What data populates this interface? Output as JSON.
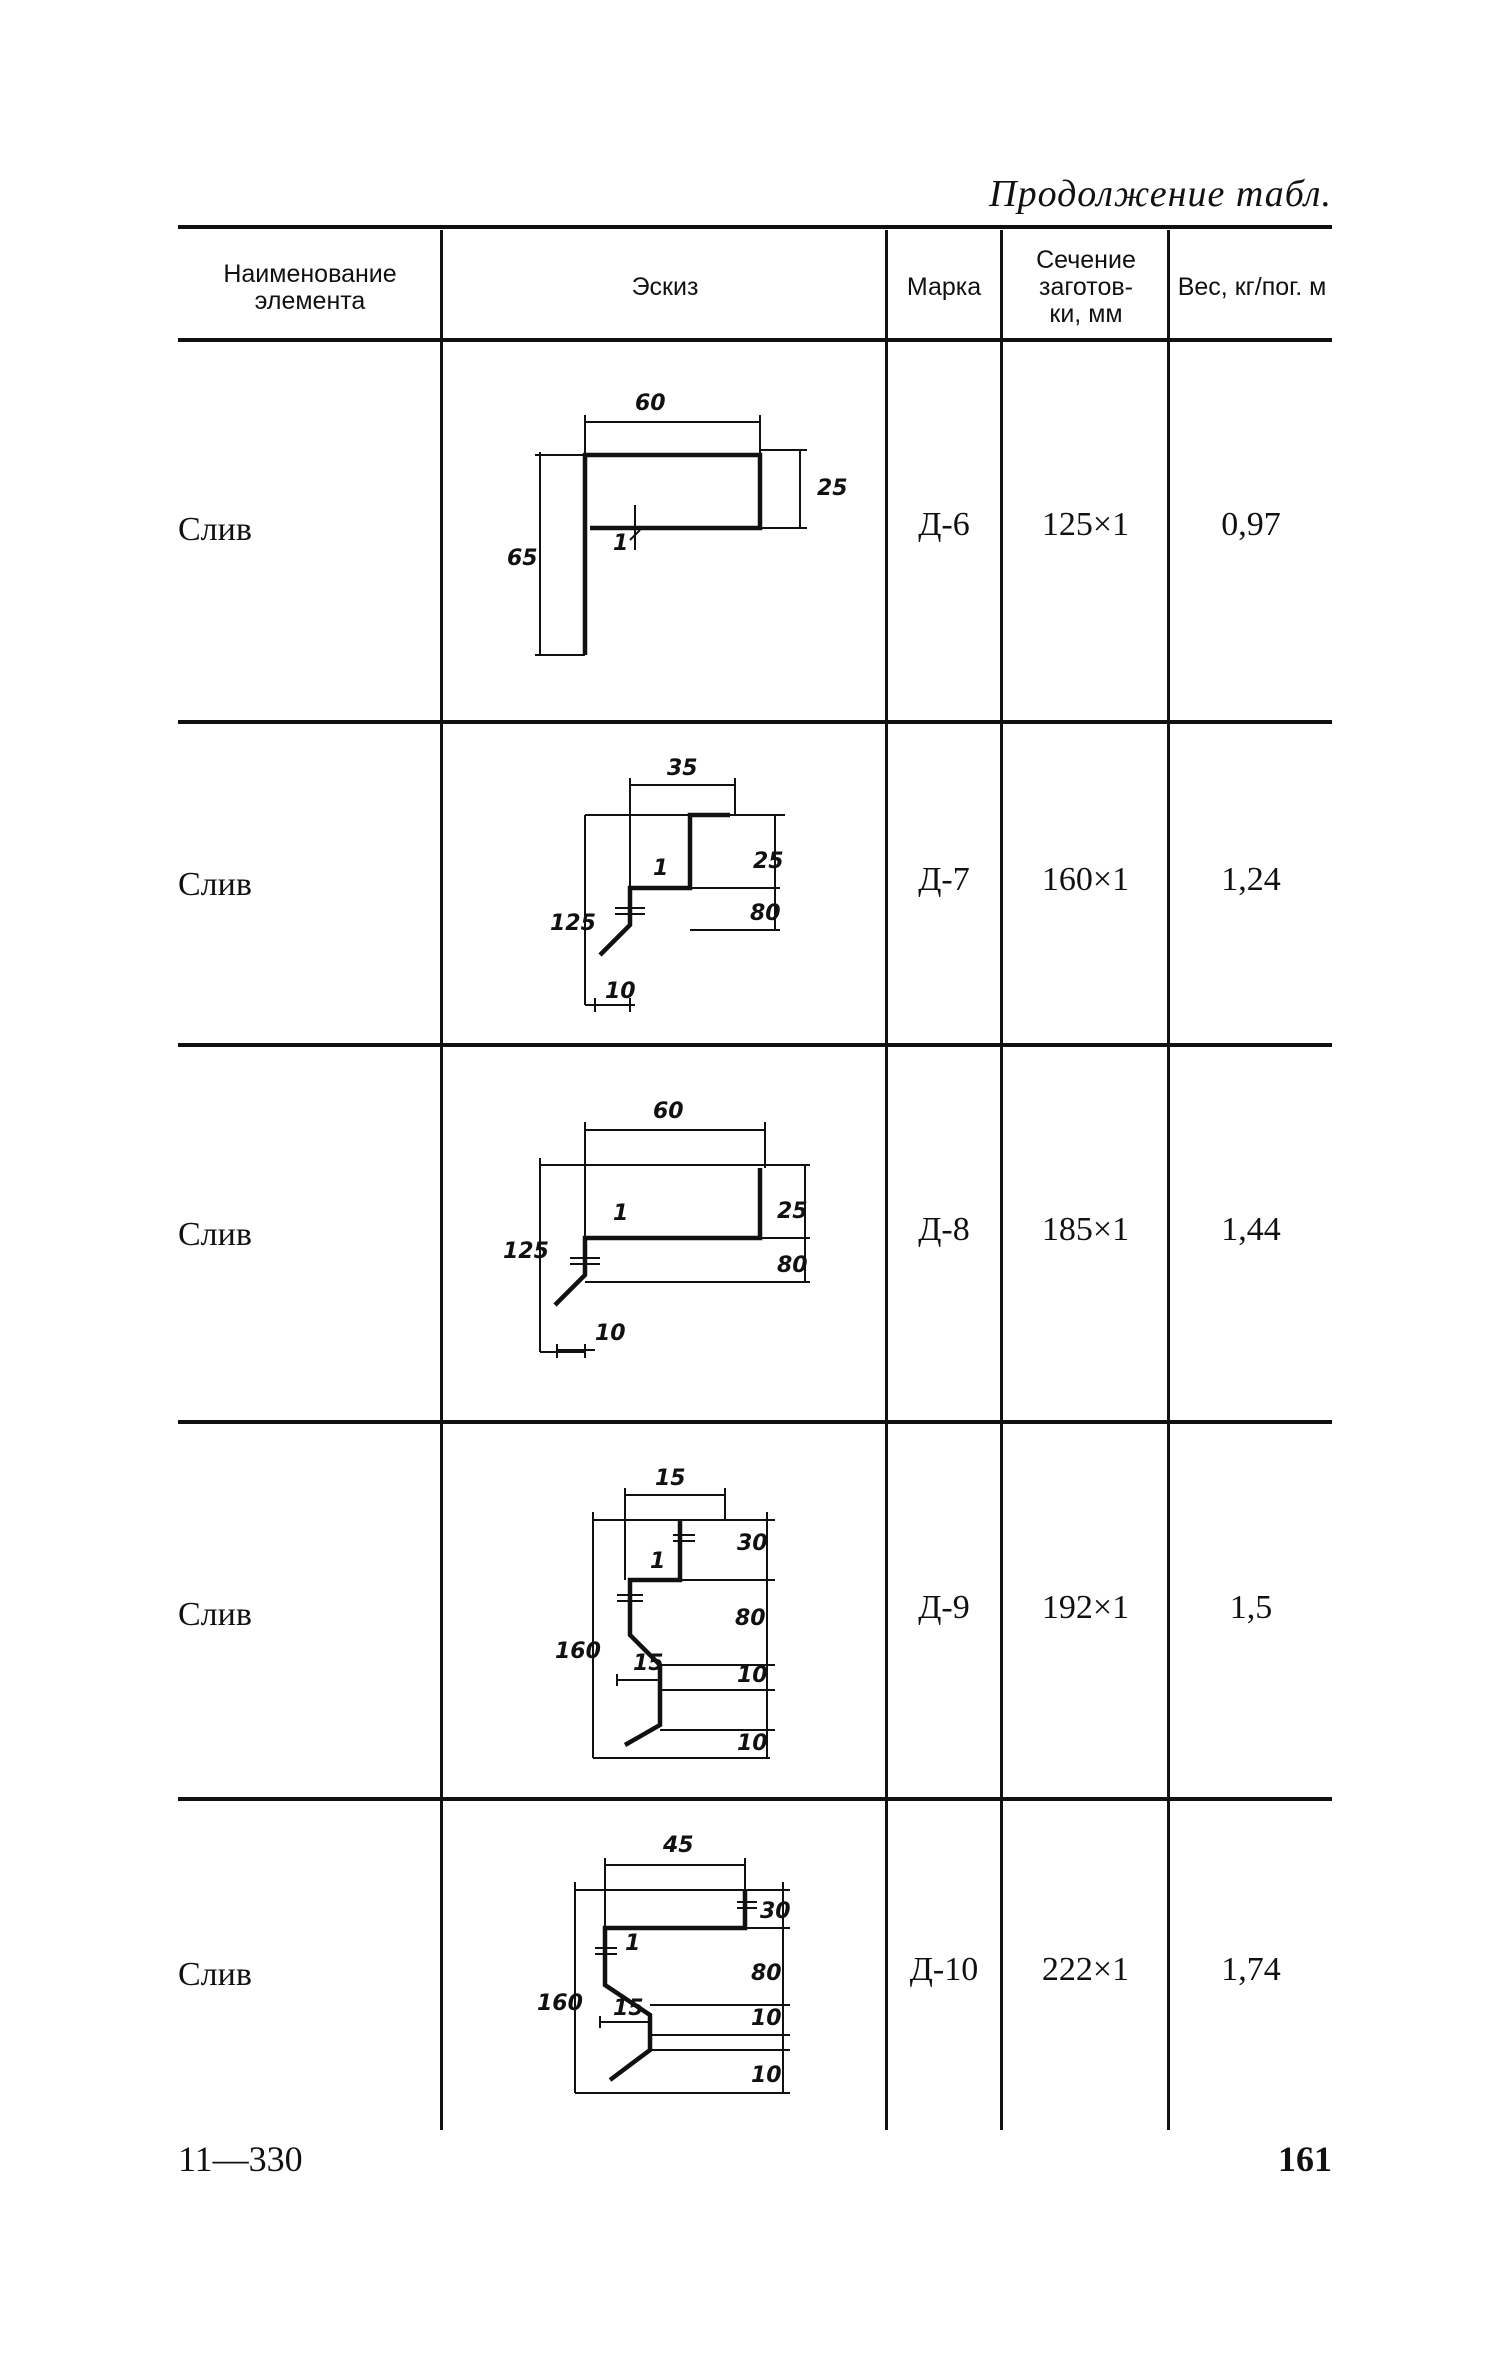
{
  "caption": "Продолжение табл.",
  "headers": {
    "name": "Наименование элемента",
    "sketch": "Эскиз",
    "mark": "Марка",
    "section": "Сечение заготов- ки, мм",
    "weight": "Вес, кг/пог. м"
  },
  "rows": [
    {
      "name": "Слив",
      "mark": "Д-6",
      "section": "125×1",
      "weight": "0,97",
      "dims": {
        "a": "60",
        "b": "25",
        "c": "65",
        "d": "1"
      }
    },
    {
      "name": "Слив",
      "mark": "Д-7",
      "section": "160×1",
      "weight": "1,24",
      "dims": {
        "a": "35",
        "b": "25",
        "c": "125",
        "d": "1",
        "e": "80",
        "f": "10"
      }
    },
    {
      "name": "Слив",
      "mark": "Д-8",
      "section": "185×1",
      "weight": "1,44",
      "dims": {
        "a": "60",
        "b": "25",
        "c": "125",
        "d": "1",
        "e": "80",
        "f": "10"
      }
    },
    {
      "name": "Слив",
      "mark": "Д-9",
      "section": "192×1",
      "weight": "1,5",
      "dims": {
        "a": "15",
        "b": "30",
        "c": "160",
        "d": "1",
        "e": "80",
        "f": "10",
        "g": "15",
        "h": "10"
      }
    },
    {
      "name": "Слив",
      "mark": "Д-10",
      "section": "222×1",
      "weight": "1,74",
      "dims": {
        "a": "45",
        "b": "30",
        "c": "160",
        "d": "1",
        "e": "80",
        "f": "10",
        "g": "15",
        "h": "10"
      }
    }
  ],
  "footer": {
    "left": "11—330",
    "right": "161"
  }
}
